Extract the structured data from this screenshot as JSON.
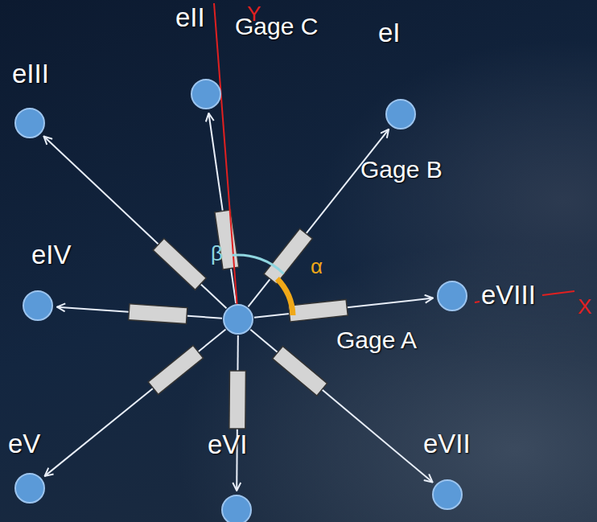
{
  "diagram": {
    "nodes": [
      {
        "text": [
          "eI"
        ]
      },
      {
        "text": [
          "eII"
        ]
      },
      {
        "text": [
          "eIII"
        ]
      },
      {
        "text": [
          "eIV"
        ]
      },
      {
        "text": [
          "eV"
        ]
      },
      {
        "text": [
          "eVI"
        ]
      },
      {
        "text": [
          "eVII"
        ]
      },
      {
        "text": [
          "eVIII"
        ]
      }
    ],
    "labels": [
      "Gage C",
      "Gage B",
      "Gage A",
      "β",
      "α",
      "Y",
      "X"
    ]
  }
}
